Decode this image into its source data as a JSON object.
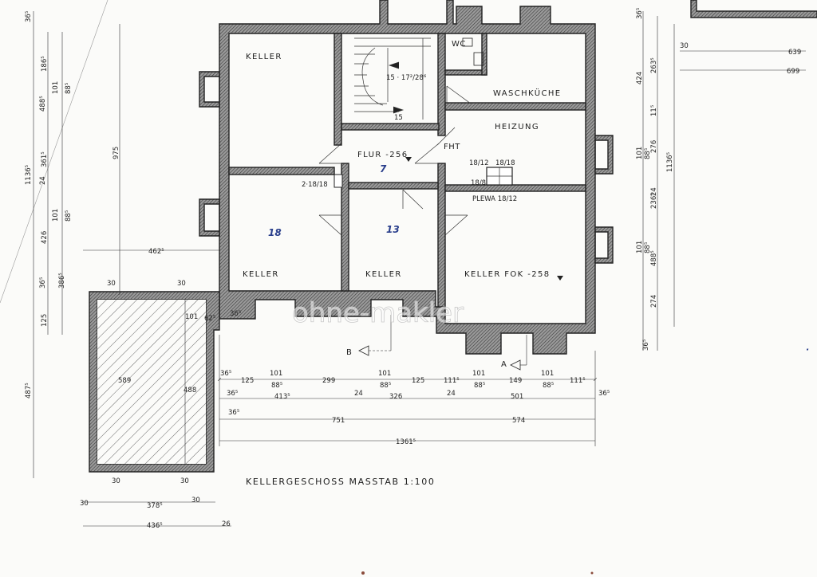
{
  "title": "KELLERGESCHOSS  MASSTAB 1:100",
  "watermark": "ohne-makler",
  "rooms": {
    "keller_nw": "KELLER",
    "wc": "WC",
    "waschkueche": "WASCHKÜCHE",
    "heizung": "HEIZUNG",
    "flur": "FLUR -256",
    "fht": "FHT",
    "keller_w": "KELLER",
    "keller_mid": "KELLER",
    "keller_fok": "KELLER  FOK -258",
    "plewa": "PLEWA  18/12"
  },
  "room_numbers": {
    "n18": "18",
    "n13": "13",
    "n7": "7"
  },
  "stair": {
    "steps": "15 · 17²/28⁶",
    "count": "15"
  },
  "chimneys": {
    "c1": "18/12",
    "c2": "18/18",
    "c3": "18/8",
    "c4": "2·18/18"
  },
  "sections": {
    "a": "A",
    "b": "B"
  },
  "dims_bottom_row1": [
    "36⁵",
    "125",
    "101",
    "88⁵",
    "299",
    "101",
    "88⁵",
    "125",
    "111⁵",
    "101",
    "88⁵",
    "149",
    "101",
    "88⁵",
    "111⁵"
  ],
  "dims_bottom_row2": [
    "36⁵",
    "413⁵",
    "24",
    "326",
    "24",
    "501",
    "36⁵"
  ],
  "dims_bottom_row3": [
    "36⁵",
    "751",
    "574"
  ],
  "dims_bottom_row4": [
    "1361⁵"
  ],
  "dims_left_outer": [
    "36⁵",
    "1136⁵",
    "487⁵"
  ],
  "dims_left_mid": [
    "186⁵",
    "488⁵",
    "975",
    "361⁵",
    "24",
    "426",
    "386⁵",
    "36⁵",
    "125"
  ],
  "dims_left_inner": [
    "101",
    "88⁵",
    "101",
    "88⁵"
  ],
  "dims_right": [
    "36⁵",
    "424",
    "263⁵",
    "11⁵",
    "276",
    "101",
    "88⁵",
    "236⁵",
    "24",
    "101",
    "88⁵",
    "488⁵",
    "274",
    "36⁵",
    "1136⁵"
  ],
  "dims_top_right": [
    "30",
    "639",
    "699"
  ],
  "dims_annex": [
    "30",
    "30",
    "62⁵",
    "462⁵",
    "101",
    "589",
    "488",
    "30",
    "30",
    "36⁵"
  ],
  "dims_annex_bottom": [
    "30",
    "378⁵",
    "30",
    "436⁵",
    "26"
  ]
}
